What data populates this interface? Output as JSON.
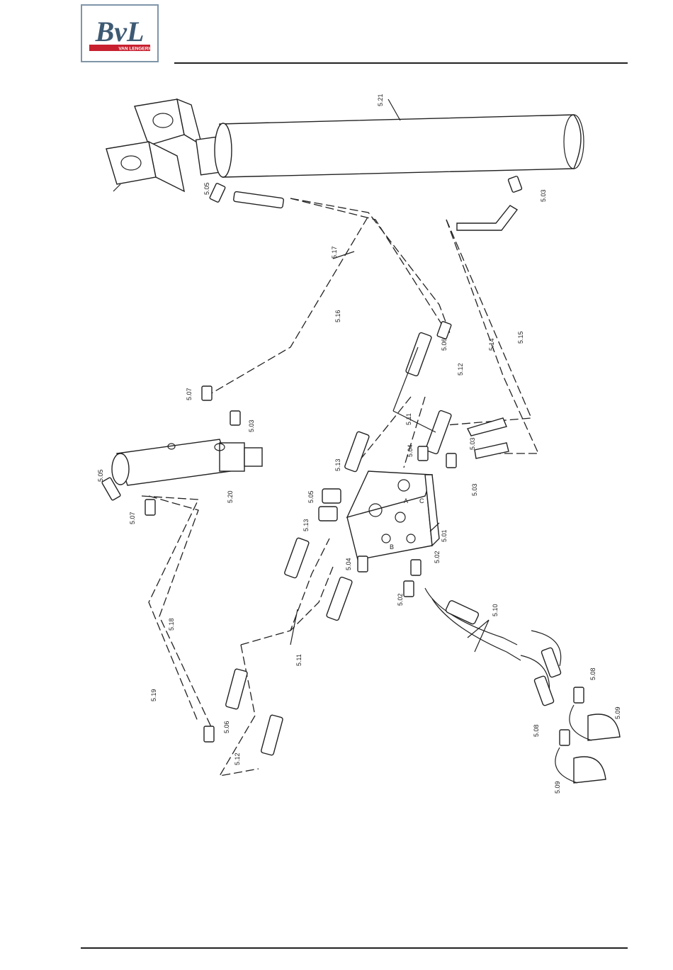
{
  "logo": {
    "mark": "BvL",
    "subtitle": "VAN LENGERICH",
    "mark_color": "#3e5a73",
    "accent_color": "#c8202f"
  },
  "callouts": {
    "c521": "5.21",
    "c505a": "5.05",
    "c503a": "5.03",
    "c517": "5.17",
    "c516": "5.16",
    "c515": "5.15",
    "c514": "5.14",
    "c506a": "5.06",
    "c512a": "5.12",
    "c511a": "5.11",
    "c507a": "5.07",
    "c503b": "5.03",
    "c503c": "5.03",
    "c504a": "5.04",
    "c513a": "5.13",
    "c503d": "5.03",
    "c505b": "5.05",
    "c505c": "5.05",
    "c520": "5.20",
    "c507b": "5.07",
    "c513b": "5.13",
    "c501": "5.01",
    "c502a": "5.02",
    "c504b": "5.04",
    "c502b": "5.02",
    "c510": "5.10",
    "c518": "5.18",
    "c511b": "5.11",
    "c508a": "5.08",
    "c519": "5.19",
    "c506b": "5.06",
    "c509a": "5.09",
    "c508b": "5.08",
    "c512b": "5.12",
    "c509b": "5.09"
  },
  "block_letters": {
    "a": "A",
    "b": "B",
    "c": "C"
  }
}
